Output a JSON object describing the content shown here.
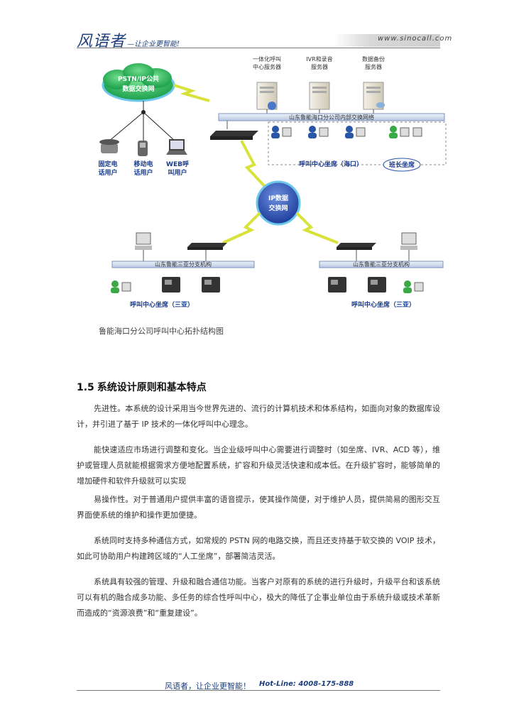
{
  "header": {
    "brand": "风语者",
    "slogan": "—让企业更智能!",
    "url": "www.sinocall.com"
  },
  "diagram": {
    "cloud_pstn_line1": "PSTN/IP公共",
    "cloud_pstn_line2": "数据交换网",
    "server1_line1": "一体化呼叫",
    "server1_line2": "中心服务器",
    "server2_line1": "IVR和录音",
    "server2_line2": "服务器",
    "server3_line1": "数据备份",
    "server3_line2": "服务器",
    "top_bus": "山东鲁能海口分公司内部交换网络",
    "user1_line1": "固定电",
    "user1_line2": "话用户",
    "user2_line1": "移动电",
    "user2_line2": "话用户",
    "user3_line1": "WEB呼",
    "user3_line2": "叫用户",
    "haikou_seats": "呼叫中心坐席（海口）",
    "team_leader": "班长坐席",
    "ip_cloud_line1": "IP数据",
    "ip_cloud_line2": "交换网",
    "left_bus": "山东鲁能三亚分支机构",
    "right_bus": "山东鲁能三亚分支机构",
    "left_seats": "呼叫中心坐席（三亚）",
    "right_seats": "呼叫中心坐席（三亚）"
  },
  "caption": "鲁能海口分公司呼叫中心拓扑结构图",
  "section": {
    "number": "1.5",
    "title": "系统设计原则和基本特点"
  },
  "paragraphs": [
    "先进性。本系统的设计采用当今世界先进的、流行的计算机技术和体系结构，如面向对象的数据库设计，并引进了基于 IP 技术的一体化呼叫中心理念。",
    "能快速适应市场进行调整和变化。当企业级呼叫中心需要进行调整时（如坐席、IVR、ACD 等），维护或管理人员就能根据需求方便地配置系统，扩容和升级灵活快速和成本低。在升级扩容时，能够简单的增加硬件和软件升级就可以实现",
    "易操作性。对于普通用户提供丰富的语音提示，使其操作简便，对于维护人员，提供简易的图形交互界面使系统的维护和操作更加便捷。",
    "系统同时支持多种通信方式，如常规的 PSTN 网的电路交换，而且还支持基于软交换的 VOIP 技术，如此可协助用户构建跨区域的“人工坐席”，部署简洁灵活。",
    "系统具有较强的管理、升级和融合通信功能。当客户对原有的系统的进行升级时，升级平台和该系统可以有机的融合成多功能、多任务的综合性呼叫中心，极大的降低了企事业单位由于系统升级或技术革新而造成的“资源浪费”和“重复建设”。"
  ],
  "footer": {
    "text": "风语者，让企业更智能！",
    "hotline": "Hot-Line: 4008-175-888"
  }
}
